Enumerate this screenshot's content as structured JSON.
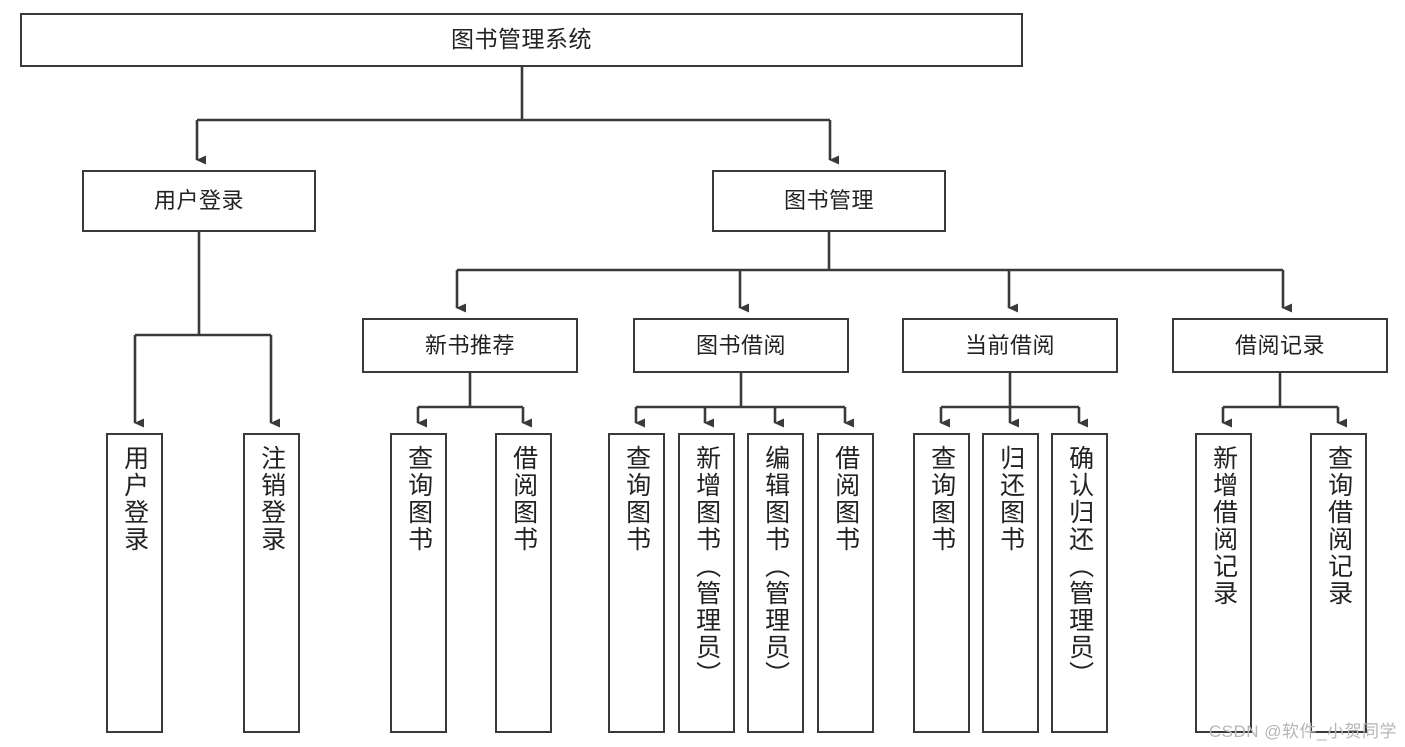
{
  "diagram": {
    "title": "图书管理系统",
    "watermark": "CSDN @软件_小贺同学",
    "colors": {
      "stroke": "#3a3a3a",
      "text": "#222222",
      "background": "#ffffff",
      "watermark": "#b6b6b6"
    },
    "root": {
      "label": "图书管理系统"
    },
    "level1": [
      {
        "label": "用户登录"
      },
      {
        "label": "图书管理"
      }
    ],
    "level2": [
      {
        "label": "新书推荐"
      },
      {
        "label": "图书借阅"
      },
      {
        "label": "当前借阅"
      },
      {
        "label": "借阅记录"
      }
    ],
    "leaves": {
      "user_login": [
        {
          "label": "用户登录"
        },
        {
          "label": "注销登录"
        }
      ],
      "new_book": [
        {
          "label": "查询图书"
        },
        {
          "label": "借阅图书"
        }
      ],
      "borrow_book": [
        {
          "label": "查询图书"
        },
        {
          "label": "新增图书（管理员）"
        },
        {
          "label": "编辑图书（管理员）"
        },
        {
          "label": "借阅图书"
        }
      ],
      "current_borrow": [
        {
          "label": "查询图书"
        },
        {
          "label": "归还图书"
        },
        {
          "label": "确认归还（管理员）"
        }
      ],
      "borrow_record": [
        {
          "label": "新增借阅记录"
        },
        {
          "label": "查询借阅记录"
        }
      ]
    }
  }
}
